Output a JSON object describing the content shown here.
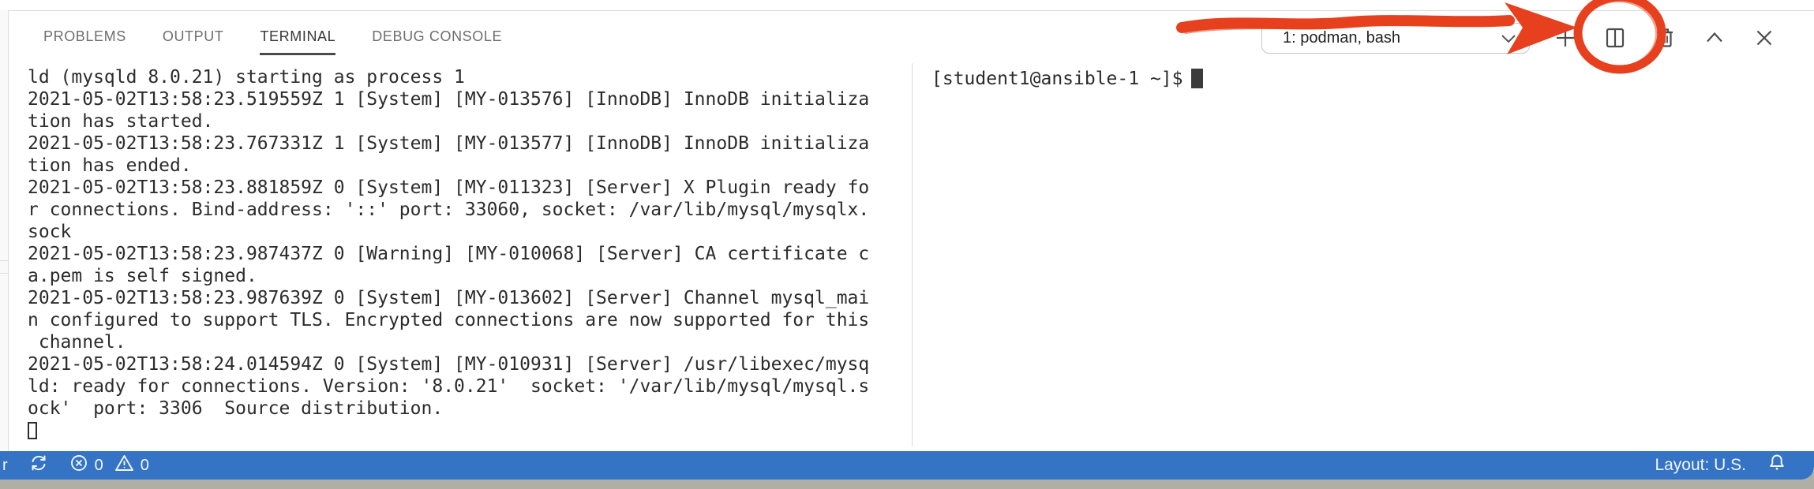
{
  "panel_tabs": {
    "problems": "PROBLEMS",
    "output": "OUTPUT",
    "terminal": "TERMINAL",
    "debug_console": "DEBUG CONSOLE",
    "active_tab": "TERMINAL"
  },
  "terminal_toolbar": {
    "dropdown_value": "1: podman, bash",
    "icons": [
      "chevron-down-icon",
      "plus-icon",
      "split-terminal-icon",
      "trash-icon",
      "chevron-up-icon",
      "close-icon"
    ]
  },
  "left_terminal": {
    "lines": [
      "ld (mysqld 8.0.21) starting as process 1",
      "2021-05-02T13:58:23.519559Z 1 [System] [MY-013576] [InnoDB] InnoDB initializa",
      "tion has started.",
      "2021-05-02T13:58:23.767331Z 1 [System] [MY-013577] [InnoDB] InnoDB initializa",
      "tion has ended.",
      "2021-05-02T13:58:23.881859Z 0 [System] [MY-011323] [Server] X Plugin ready fo",
      "r connections. Bind-address: '::' port: 33060, socket: /var/lib/mysql/mysqlx.",
      "sock",
      "2021-05-02T13:58:23.987437Z 0 [Warning] [MY-010068] [Server] CA certificate c",
      "a.pem is self signed.",
      "2021-05-02T13:58:23.987639Z 0 [System] [MY-013602] [Server] Channel mysql_mai",
      "n configured to support TLS. Encrypted connections are now supported for this",
      " channel.",
      "2021-05-02T13:58:24.014594Z 0 [System] [MY-010931] [Server] /usr/libexec/mysq",
      "ld: ready for connections. Version: '8.0.21'  socket: '/var/lib/mysql/mysql.s",
      "ock'  port: 3306  Source distribution."
    ],
    "cursor_style": "hollow-block"
  },
  "right_terminal": {
    "prompt": "[student1@ansible-1 ~]$",
    "cursor_style": "solid-block"
  },
  "status_bar": {
    "truncated_left_text": "r",
    "error_count": "0",
    "warning_count": "0",
    "layout_label": "Layout: U.S.",
    "icons": [
      "sync-icon",
      "error-icon",
      "warning-icon",
      "bell-icon"
    ]
  },
  "annotation": {
    "shape": "hand-drawn arrow and circle highlighting split-terminal button",
    "color": "#e6401e"
  },
  "colors": {
    "panel_background": "#ffffff",
    "terminal_text": "#2c2c2c",
    "tab_inactive": "#6e6e6e",
    "tab_active": "#383838",
    "border": "#d9d9d9",
    "toolbar_icon": "#4c4c4c",
    "status_bar_background": "#3573c4",
    "status_bar_text": "#f2f7fd",
    "annotation_red": "#e6401e",
    "desktop_strip": "#b0aea5"
  }
}
